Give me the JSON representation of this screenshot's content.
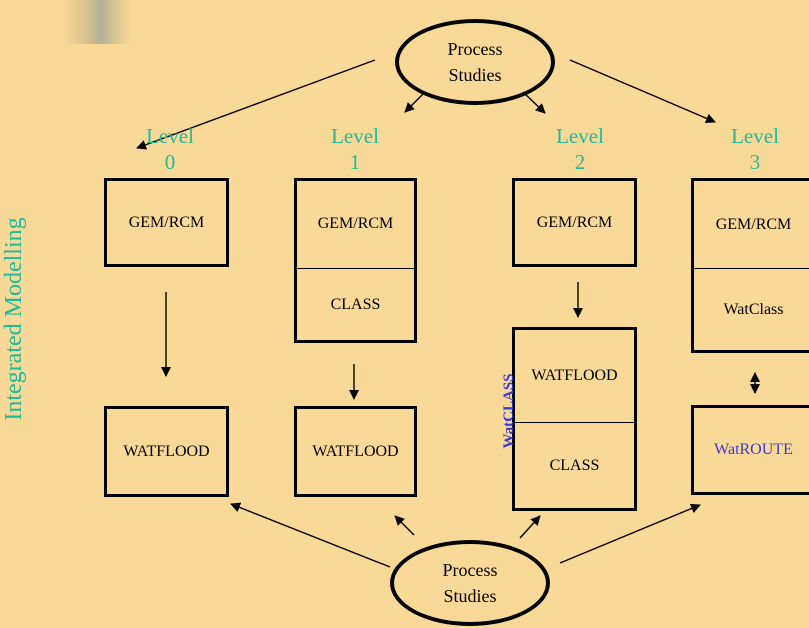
{
  "side_title": "Integrated Modelling",
  "top_oval": [
    "Process",
    "Studies"
  ],
  "bottom_oval": [
    "Process",
    "Studies"
  ],
  "levels": [
    {
      "word": "Level",
      "num": "0"
    },
    {
      "word": "Level",
      "num": "1"
    },
    {
      "word": "Level",
      "num": "2"
    },
    {
      "word": "Level",
      "num": "3"
    }
  ],
  "level0": {
    "top_box": "GEM/RCM",
    "bottom_box": "WATFLOOD"
  },
  "level1": {
    "top_box_upper": "GEM/RCM",
    "top_box_lower": "CLASS",
    "bottom_box": "WATFLOOD"
  },
  "level2": {
    "top_box": "GEM/RCM",
    "bottom_box_upper": "WATFLOOD",
    "bottom_box_lower": "CLASS",
    "side_label": "WatCLASS"
  },
  "level3": {
    "top_box_upper": "GEM/RCM",
    "top_box_lower": "WatClass",
    "bottom_box": "WatROUTE"
  },
  "colors": {
    "background": "#f9d998",
    "level_text": "#1fba9a",
    "blue_text": "#3b3bd0"
  }
}
